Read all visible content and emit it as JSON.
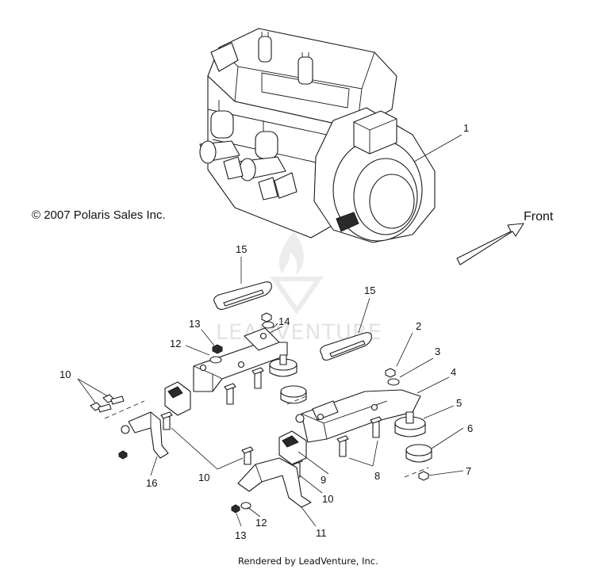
{
  "copyright": "© 2007 Polaris Sales Inc.",
  "direction_label": "Front",
  "watermark": "LEADVENTURE",
  "footer": "Rendered by LeadVenture, Inc.",
  "callouts": {
    "c1": "1",
    "c2": "2",
    "c3": "3",
    "c4": "4",
    "c5": "5",
    "c6": "6",
    "c7": "7",
    "c8": "8",
    "c9": "9",
    "c10a": "10",
    "c10b": "10",
    "c10c": "10",
    "c11": "11",
    "c12a": "12",
    "c12b": "12",
    "c13a": "13",
    "c13b": "13",
    "c14": "14",
    "c15a": "15",
    "c15b": "15",
    "c16": "16"
  }
}
